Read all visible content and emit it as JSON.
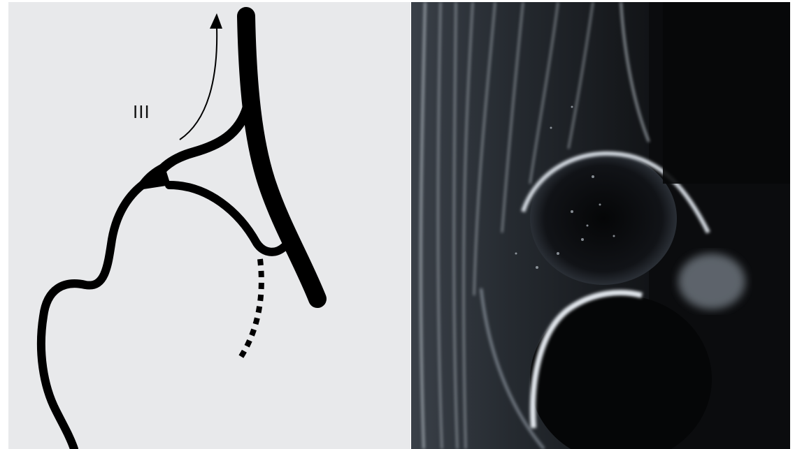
{
  "figure": {
    "diagram": {
      "grade_label": "III",
      "colors": {
        "background": "#e8e9eb",
        "ink": "#000000"
      },
      "structures": [
        "bony-roof-line",
        "ilium-line",
        "labrum-wedge",
        "femoral-head-contour",
        "dashed-acetabulum-line",
        "displacement-arrow"
      ]
    },
    "ultrasound": {
      "colors": {
        "background": "#0b0c0e",
        "echo": "#d7dde4"
      },
      "structures": [
        "soft-tissue-layers",
        "femoral-head",
        "acetabular-roof",
        "labrum-echo",
        "bone-surface-echo"
      ]
    }
  }
}
